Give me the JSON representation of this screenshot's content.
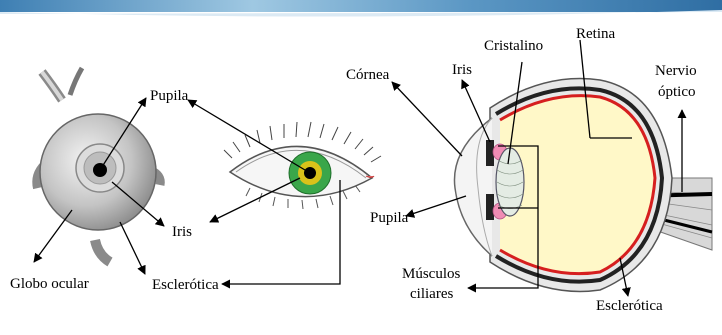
{
  "labels": {
    "pupila_left": "Pupila",
    "iris_left": "Iris",
    "globo_ocular": "Globo ocular",
    "esclerotica_left": "Esclerótica",
    "cornea": "Córnea",
    "iris_right": "Iris",
    "cristalino": "Cristalino",
    "retina": "Retina",
    "nervio_optico_line1": "Nervio",
    "nervio_optico_line2": "óptico",
    "pupila_right": "Pupila",
    "musculos_ciliares_line1": "Músculos",
    "musculos_ciliares_line2": "ciliares",
    "esclerotica_right": "Esclerótica"
  },
  "colors": {
    "header_band": "#4f8fbf",
    "eyeball_gray": "#c8c8c8",
    "iris_green": "#3aa64a",
    "iris_yellow": "#d9c21a",
    "lens_yellow": "#fff8c8",
    "retina_red": "#d61f1f",
    "ciliary_pink": "#f08cb4"
  }
}
